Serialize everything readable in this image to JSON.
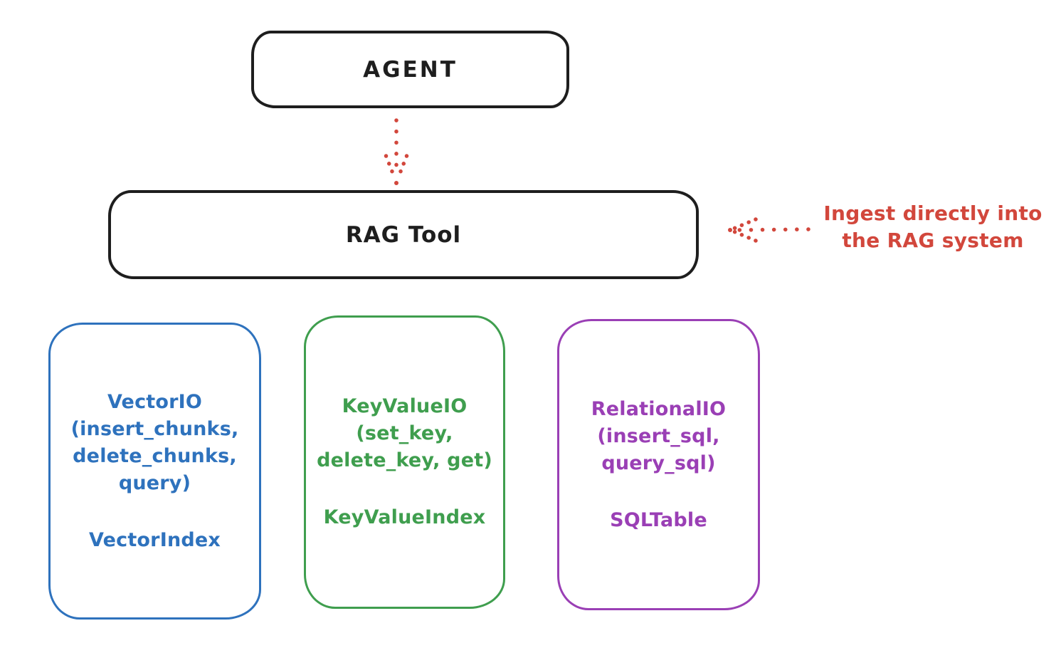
{
  "colors": {
    "ink": "#1e1e1e",
    "red": "#d2473c",
    "blue": "#2e72bd",
    "green": "#3f9e4e",
    "purple": "#9a3fb5",
    "background": "#ffffff"
  },
  "agent_box": {
    "label": "AGENT"
  },
  "rag_tool_box": {
    "label": "RAG Tool"
  },
  "ingest_annotation": {
    "text": "Ingest directly into\nthe RAG system"
  },
  "arrows": {
    "agent_to_rag": {
      "style": "dotted",
      "direction": "down",
      "color": "#d2473c"
    },
    "ingest_to_rag": {
      "style": "dotted",
      "direction": "left",
      "color": "#d2473c"
    }
  },
  "stores": [
    {
      "id": "vector-io",
      "color": "#2e72bd",
      "interface": "VectorIO\n(insert_chunks,\ndelete_chunks,\nquery)",
      "index": "VectorIndex"
    },
    {
      "id": "keyvalue-io",
      "color": "#3f9e4e",
      "interface": "KeyValueIO\n(set_key,\ndelete_key, get)",
      "index": "KeyValueIndex"
    },
    {
      "id": "relational-io",
      "color": "#9a3fb5",
      "interface": "RelationalIO\n(insert_sql,\nquery_sql)",
      "index": "SQLTable"
    }
  ]
}
